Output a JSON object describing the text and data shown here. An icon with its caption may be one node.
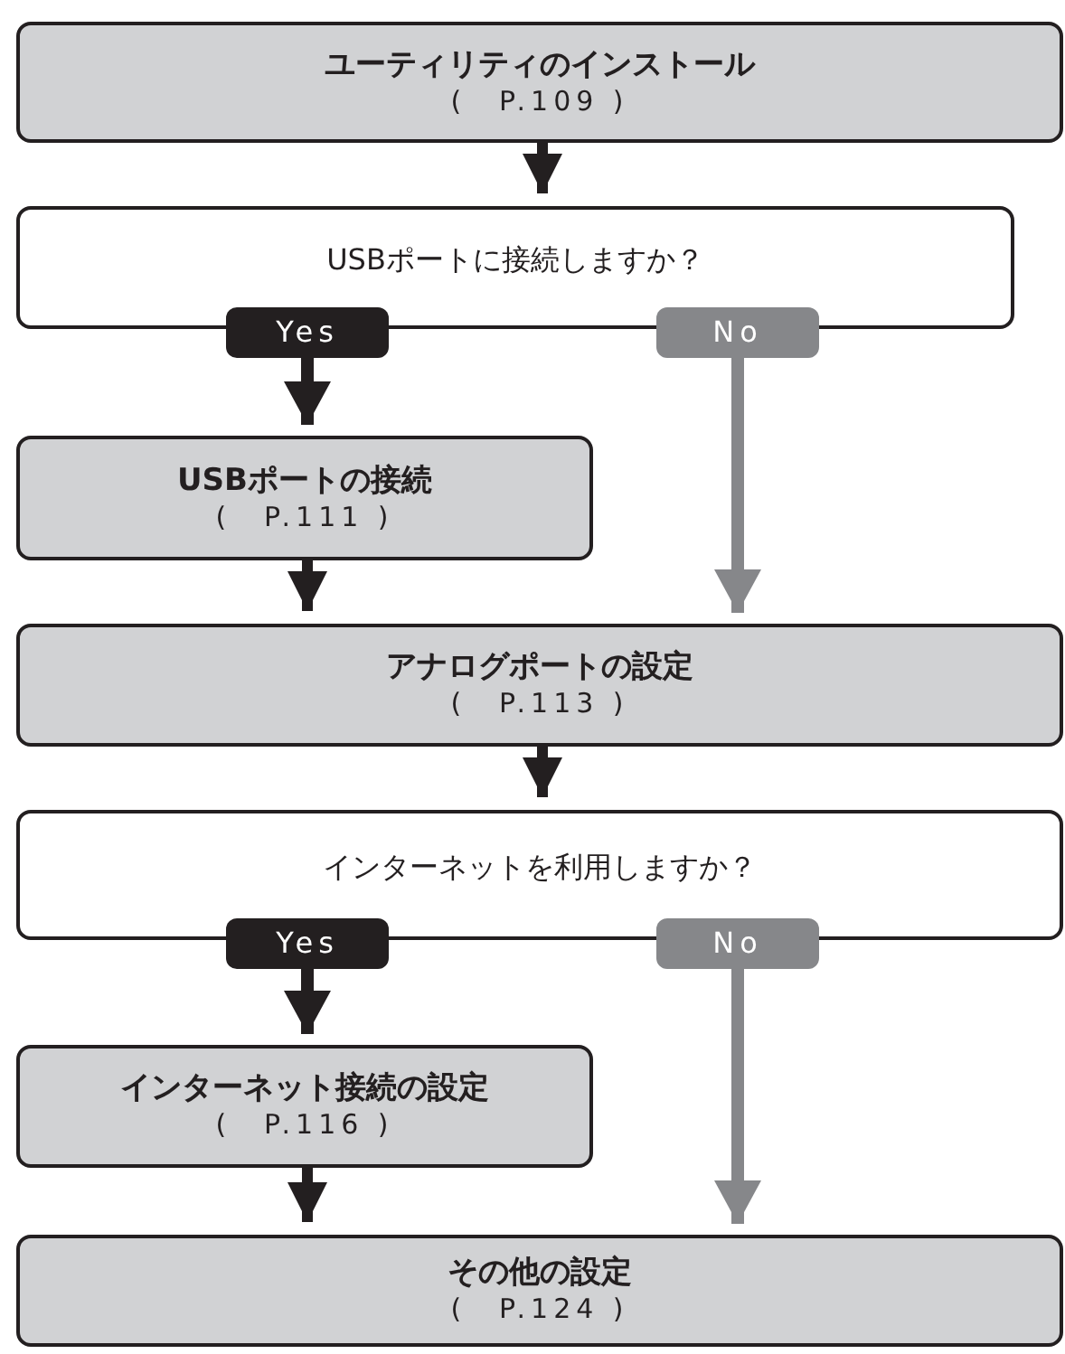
{
  "diagram": {
    "nodes": [
      {
        "text": [
          "ユーティリティのインストール",
          "(　P.109 )"
        ]
      },
      {
        "text": [
          "USBポートに接続しますか？"
        ]
      },
      {
        "text": [
          "USB**ポートの接続**",
          "(　P.111 )"
        ]
      },
      {
        "text": [
          "アナログポートの設定",
          "(　P.113 )"
        ]
      },
      {
        "text": [
          "インターネットを利用しますか？"
        ]
      },
      {
        "text": [
          "インターネット接続の設定",
          "(　P.116 )"
        ]
      },
      {
        "text": [
          "その他の設定",
          "(　P.124 )"
        ]
      }
    ],
    "edges": [
      {
        "from": 0,
        "to": 1,
        "arrow": "to"
      },
      {
        "from": 1,
        "to": 2,
        "arrow": "to",
        "label": "Yes"
      },
      {
        "from": 1,
        "to": 3,
        "arrow": "to",
        "label": "No",
        "color": "#86878a"
      },
      {
        "from": 2,
        "to": 3,
        "arrow": "to"
      },
      {
        "from": 3,
        "to": 4,
        "arrow": "to"
      },
      {
        "from": 4,
        "to": 5,
        "arrow": "to",
        "label": "Yes"
      },
      {
        "from": 4,
        "to": 6,
        "arrow": "to",
        "label": "No",
        "color": "#86878a"
      },
      {
        "from": 5,
        "to": 6,
        "arrow": "to"
      }
    ]
  }
}
